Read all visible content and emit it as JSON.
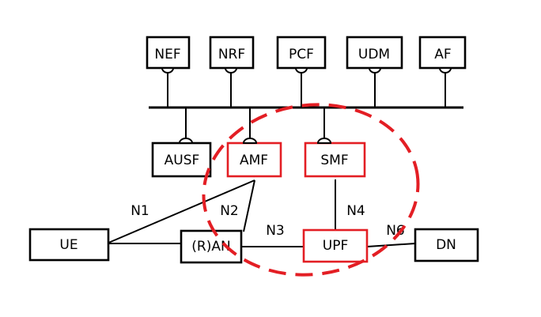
{
  "network_functions": {
    "nef": "NEF",
    "nrf": "NRF",
    "pcf": "PCF",
    "udm": "UDM",
    "af": "AF",
    "ausf": "AUSF",
    "amf": "AMF",
    "smf": "SMF",
    "ue": "UE",
    "ran": "(R)AN",
    "upf": "UPF",
    "dn": "DN"
  },
  "reference_points": {
    "n1": "N1",
    "n2": "N2",
    "n3": "N3",
    "n4": "N4",
    "n6": "N6"
  },
  "colors": {
    "highlight": "#e31e24",
    "line": "#000000"
  }
}
